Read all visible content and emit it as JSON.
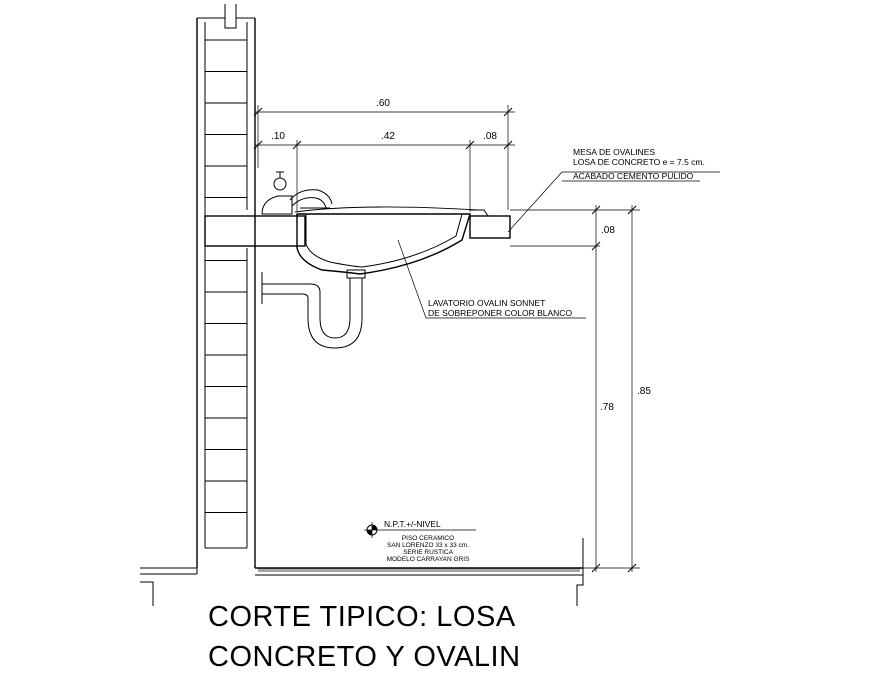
{
  "title": {
    "line1": "CORTE TIPICO: LOSA",
    "line2": "CONCRETO Y OVALIN"
  },
  "dimensions": {
    "total_width": ".60",
    "left_offset": ".10",
    "basin_width": ".42",
    "right_offset": ".08",
    "slab_thickness": ".08",
    "floor_to_slab": ".78",
    "floor_to_top": ".85"
  },
  "callouts": {
    "countertop": [
      "MESA DE OVALINES",
      "LOSA DE CONCRETO e = 7.5 cm.",
      "ACABADO CEMENTO PULIDO"
    ],
    "sink": [
      "LAVATORIO OVALIN SONNET",
      "DE SOBREPONER COLOR BLANCO"
    ]
  },
  "level": {
    "label": "N.P.T.+/-NIVEL",
    "notes": [
      "PISO CERAMICO",
      "SAN LORENZO 33 x 33 cm.",
      "SERIE RUSTICA",
      "MODELO CARRAYAN GRIS"
    ]
  }
}
